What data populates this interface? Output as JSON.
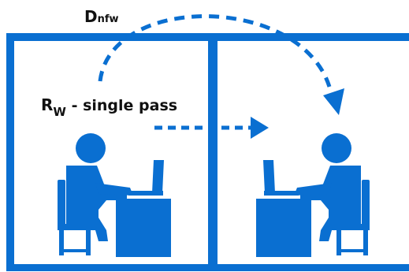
{
  "colors": {
    "primary": "#0a6fd1",
    "text": "#111111",
    "background": "#ffffff"
  },
  "labels": {
    "flanking_main": "D",
    "flanking_sub": "nfw",
    "direct_main": "R",
    "direct_sub": "W",
    "direct_suffix": " - single pass"
  },
  "icons": {
    "source_person": "person-at-laptop-icon",
    "receiver_person": "person-at-laptop-icon"
  }
}
